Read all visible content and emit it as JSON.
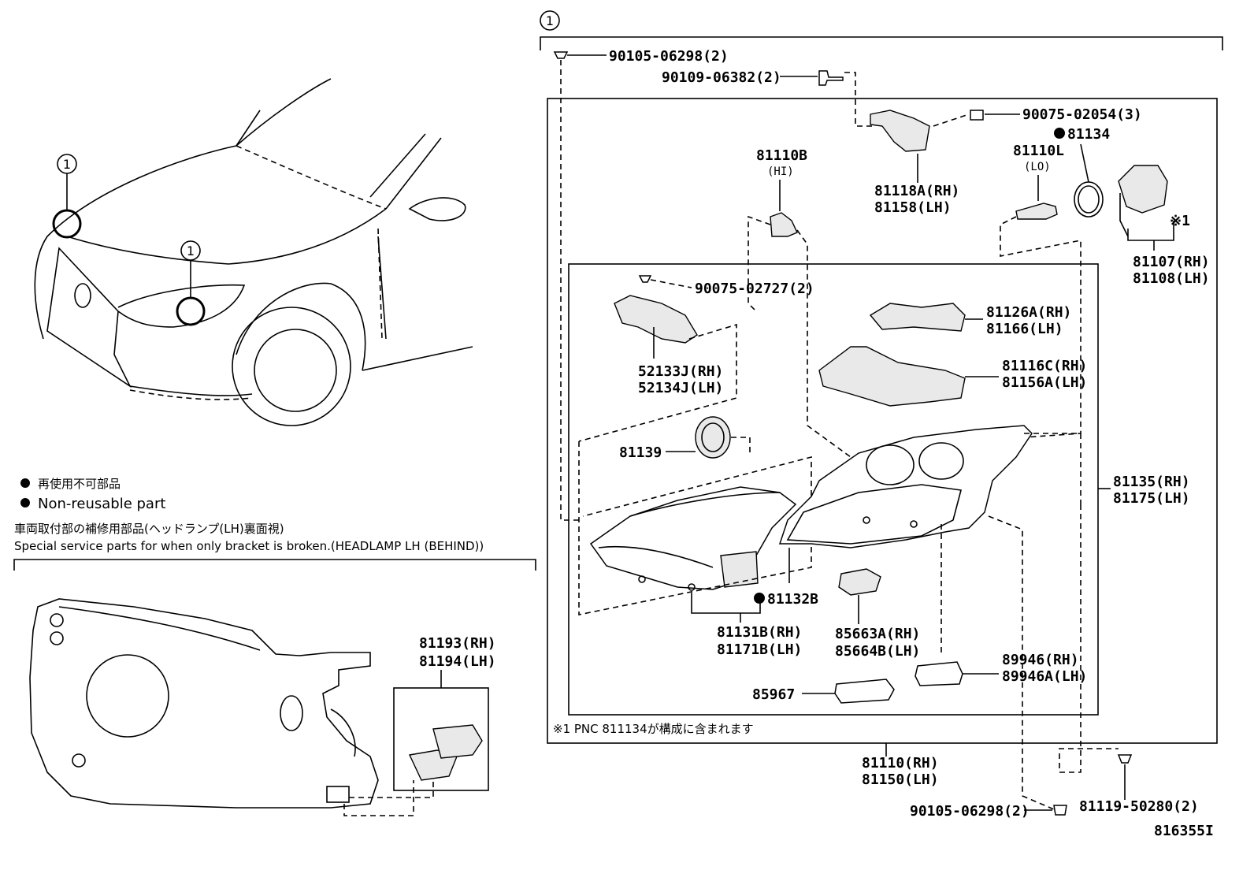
{
  "callout": {
    "number": "1"
  },
  "legend": {
    "non_reusable_jp": "再使用不可部品",
    "non_reusable_en": "Non-reusable part",
    "special_jp": "車両取付部の補修用部品(ヘッドランプ(LH)裏面視)",
    "special_en": "Special service parts for when only bracket is broken.(HEADLAMP LH (BEHIND))"
  },
  "footnote": "※1 PNC 811134が構成に含まれます",
  "drawing_id": "816355I",
  "parts": {
    "p90105_top": "90105-06298(2)",
    "p90109": "90109-06382(2)",
    "p90075_02054": "90075-02054(3)",
    "p81134": "81134",
    "p81110L": "81110L",
    "p81110L_sub": "(LO)",
    "p81110B": "81110B",
    "p81110B_sub": "(HI)",
    "p81118A": "81118A(RH)",
    "p81158": "81158(LH)",
    "p81107_mark": "※1",
    "p81107": "81107(RH)",
    "p81108": "81108(LH)",
    "p90075_02727": "90075-02727(2)",
    "p81126A": "81126A(RH)",
    "p81166": "81166(LH)",
    "p52133J": "52133J(RH)",
    "p52134J": "52134J(LH)",
    "p81116C": "81116C(RH)",
    "p81156A": "81156A(LH)",
    "p81139": "81139",
    "p81135": "81135(RH)",
    "p81175": "81175(LH)",
    "p81132B": "81132B",
    "p81131B": "81131B(RH)",
    "p81171B": "81171B(LH)",
    "p85663A": "85663A(RH)",
    "p85664B": "85664B(LH)",
    "p89946": "89946(RH)",
    "p89946A": "89946A(LH)",
    "p85967": "85967",
    "p81110": "81110(RH)",
    "p81150": "81150(LH)",
    "p90105_bottom": "90105-06298(2)",
    "p81119": "81119-50280(2)",
    "p81193": "81193(RH)",
    "p81194": "81194(LH)"
  }
}
